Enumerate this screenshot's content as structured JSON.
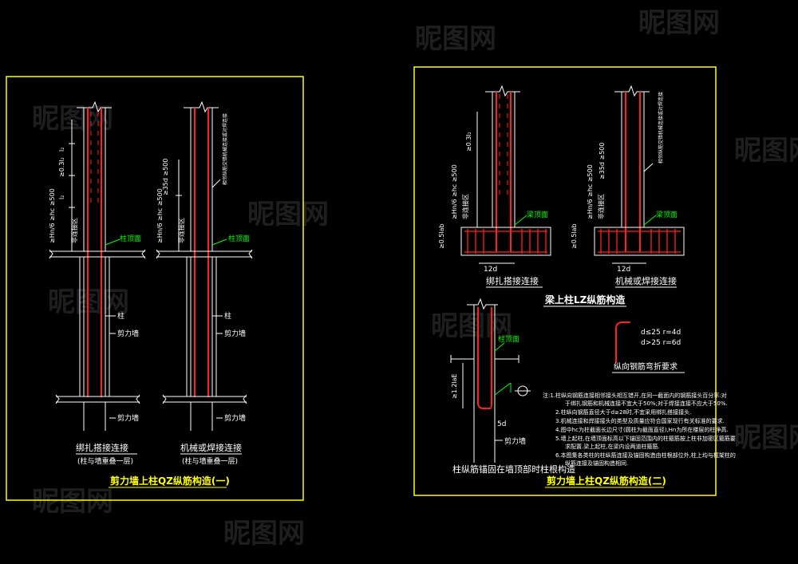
{
  "watermark": "昵图网",
  "left_panel": {
    "title": "剪力墙上柱QZ纵筋构造(一)",
    "left": {
      "caption": "绑扎搭接连接",
      "sub_caption": "(柱与墙重叠一层)",
      "labels": {
        "le_top": "l₂",
        "pct": "≥0.3l₂",
        "le_bot": "l₂",
        "hn": "≥Hn/6  ≥hc  ≥500",
        "nonconnect": "非连接区",
        "top_face": "柱顶面",
        "column": "柱",
        "wall": "剪力墙",
        "wall2": "剪力墙"
      }
    },
    "right": {
      "caption": "机械或焊接连接",
      "sub_caption": "(柱与墙重叠一层)",
      "labels": {
        "staggered": "相邻纵筋交错机械连接或对焊连接",
        "d35": "≥35d  ≥500",
        "hn": "≥Hn/6  ≥hc  ≥500",
        "nonconnect": "非连接区",
        "top_face": "柱顶面",
        "column": "柱",
        "wall": "剪力墙",
        "wall2": "剪力墙"
      }
    }
  },
  "right_panel": {
    "title": "剪力墙上柱QZ纵筋构造(二)",
    "lz_title": "梁上柱LZ纵筋构造",
    "left": {
      "caption": "绑扎搭接连接",
      "le_top": "≥0.3l₂",
      "hn": "≥Hn/6  ≥hc  ≥500",
      "nonconnect": "非连接区",
      "beam_top": "梁顶面",
      "h_label": "≥0.5lab",
      "d12": "12d"
    },
    "right": {
      "caption": "机械或焊接连接",
      "staggered": "相邻纵筋交错机械连接或对焊连接",
      "d35": "≥35d  ≥500",
      "hn": "≥Hn/6  ≥hc  ≥500",
      "nonconnect": "非连接区",
      "beam_top": "梁顶面",
      "h_label": "≥0.5lab",
      "d12": "12d"
    },
    "anchor": {
      "caption": "柱纵筋锚固在墙顶部时柱根构造",
      "top_face": "柱顶面",
      "le": "≥1.2laE",
      "d5": "5d",
      "wall": "剪力墙"
    },
    "bend": {
      "caption": "纵向钢筋弯折要求",
      "rule1": "d≤25  r=4d",
      "rule2": "d>25  r=6d"
    },
    "notes": [
      "注:1.柱纵向钢筋连接相邻接头相互错开,在同一截面内的钢筋接头百分率:对",
      "于绑扎钢筋和机械连接不宜大于50%;对于焊接连接不应大于50%.",
      "2.柱纵向钢筋直径大于d≥28时,不宜采用绑扎搭接接头.",
      "3.机械连接和焊接接头的类型及质量应符合国家现行有关标准的要求.",
      "4.图中hc为柱截面长边尺寸(圆柱为截面直径),Hn为所在楼层的柱净高.",
      "5.墙上起柱,在墙顶面标高以下锚固范围内的柱箍筋按上柱非加密区箍筋要",
      "求配置.梁上起柱,在梁内设两道柱箍筋.",
      "6.本图集各类柱的柱纵筋连接及锚固构造由柱根部位外,柱上均与框架柱的",
      "纵筋连接及锚固构造相同."
    ]
  },
  "colors": {
    "frame": "#ffff00",
    "rebar": "#ff2020",
    "line": "#ffffff",
    "dim": "#00ff00"
  }
}
